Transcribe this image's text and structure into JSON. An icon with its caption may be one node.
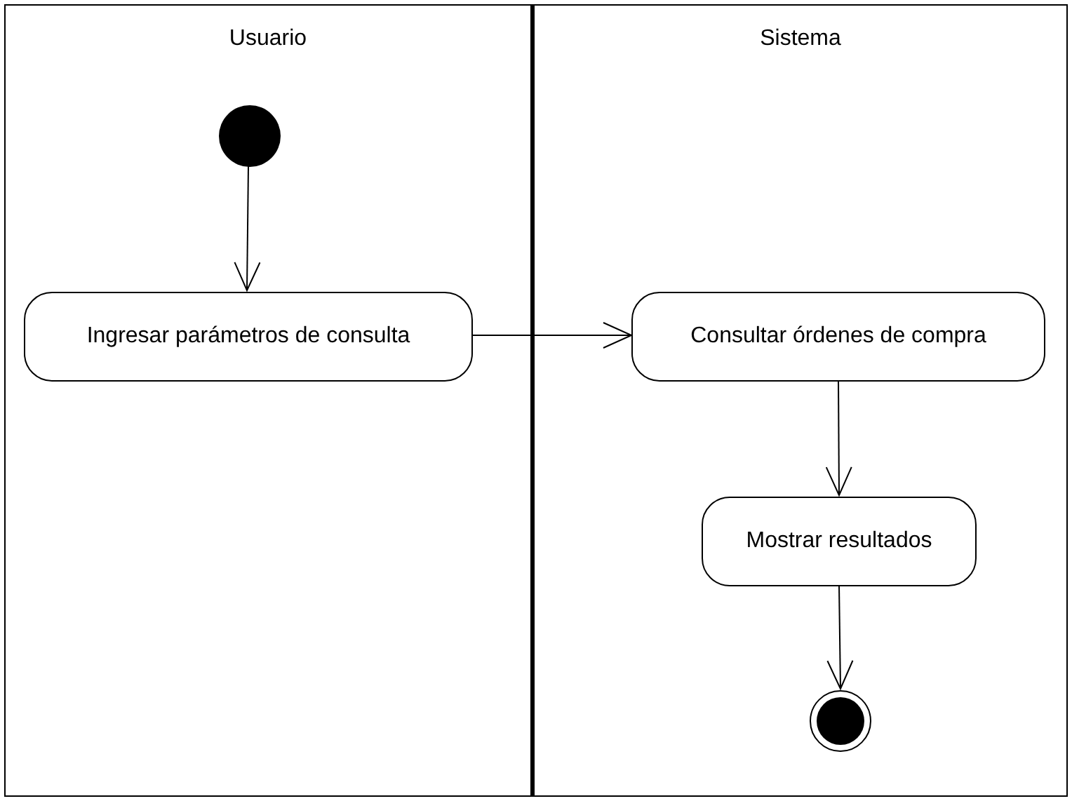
{
  "diagram": {
    "nodes": [
      {
        "text": [
          "Usuario"
        ]
      },
      {
        "text": [
          "Sistema"
        ]
      },
      {
        "text": [],
        "shape": "circle",
        "in": 0
      },
      {
        "text": [
          "Ingresar parámetros de consulta"
        ],
        "in": 0
      },
      {
        "text": [
          "Consultar órdenes de compra"
        ],
        "in": 1
      },
      {
        "text": [
          "Mostrar resultados"
        ],
        "in": 1
      },
      {
        "text": [],
        "shape": "circle",
        "in": 1
      }
    ],
    "edges": [
      {
        "from": 2,
        "to": 3,
        "arrow": "to"
      },
      {
        "from": 3,
        "to": 4,
        "arrow": "to"
      },
      {
        "from": 4,
        "to": 5,
        "arrow": "to"
      },
      {
        "from": 5,
        "to": 6,
        "arrow": "to"
      }
    ]
  }
}
